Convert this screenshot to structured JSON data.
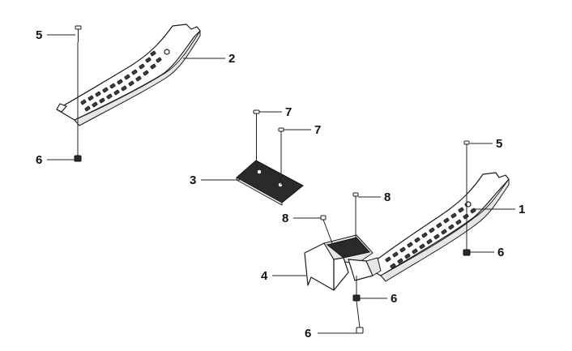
{
  "callouts": {
    "c1": "1",
    "c2": "2",
    "c3": "3",
    "c4": "4",
    "c5a": "5",
    "c5b": "5",
    "c6a": "6",
    "c6b": "6",
    "c6c": "6",
    "c6d": "6",
    "c7a": "7",
    "c7b": "7",
    "c8a": "8",
    "c8b": "8"
  }
}
